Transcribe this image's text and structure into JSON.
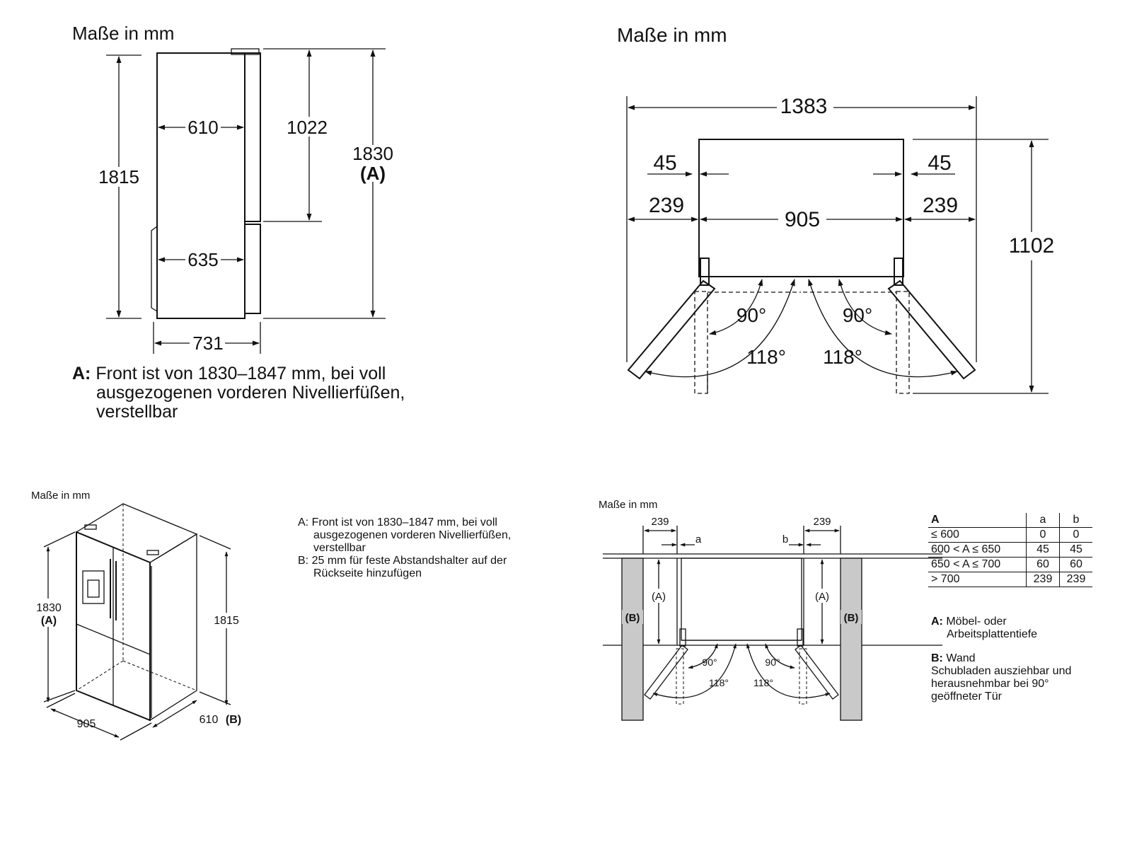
{
  "side_view": {
    "caption": "Maße in mm",
    "dims": {
      "d610": "610",
      "d635": "635",
      "d731": "731",
      "d1815": "1815",
      "d1022": "1022",
      "d1830": "1830",
      "d1830_ref": "(A)"
    },
    "note_key": "A:",
    "note_lines": [
      "Front ist von 1830–1847 mm, bei voll",
      "ausgezogenen vorderen Nivellierfüßen,",
      "verstellbar"
    ]
  },
  "top_view": {
    "caption": "Maße in mm",
    "dims": {
      "d1383": "1383",
      "d45l": "45",
      "d45r": "45",
      "d239l": "239",
      "d239r": "239",
      "d905": "905",
      "d1102": "1102",
      "a90l": "90°",
      "a90r": "90°",
      "a118l": "118°",
      "a118r": "118°"
    }
  },
  "iso_view": {
    "caption": "Maße in mm",
    "dims": {
      "d1830": "1830",
      "d1830_ref": "(A)",
      "d1815": "1815",
      "d905": "905",
      "d610": "610",
      "d610_ref": "(B)"
    },
    "notes": [
      {
        "key": "A:",
        "lines": [
          "Front ist von 1830–1847 mm, bei voll",
          "ausgezogenen vorderen Nivellierfüßen,",
          "verstellbar"
        ]
      },
      {
        "key": "B:",
        "lines": [
          "25 mm für feste Abstandshalter auf der",
          "Rückseite hinzufügen"
        ]
      }
    ]
  },
  "install_view": {
    "caption": "Maße in mm",
    "dims": {
      "d239l": "239",
      "d239r": "239",
      "a": "a",
      "b": "b",
      "refA_l": "(A)",
      "refA_r": "(A)",
      "refB_l": "(B)",
      "refB_r": "(B)",
      "a90l": "90°",
      "a90r": "90°",
      "a118l": "118°",
      "a118r": "118°"
    },
    "table": {
      "headers": [
        "A",
        "a",
        "b"
      ],
      "rows": [
        [
          "≤ 600",
          "0",
          "0"
        ],
        [
          "600 < A ≤ 650",
          "45",
          "45"
        ],
        [
          "650 < A ≤ 700",
          "60",
          "60"
        ],
        [
          "> 700",
          "239",
          "239"
        ]
      ]
    },
    "legend": [
      {
        "key": "A:",
        "lines": [
          "Möbel- oder",
          "Arbeitsplattentiefe"
        ]
      },
      {
        "key": "B:",
        "lines": [
          "Wand",
          "Schubladen ausziehbar und",
          "herausnehmbar bei 90°",
          "geöffneter Tür"
        ]
      }
    ]
  }
}
